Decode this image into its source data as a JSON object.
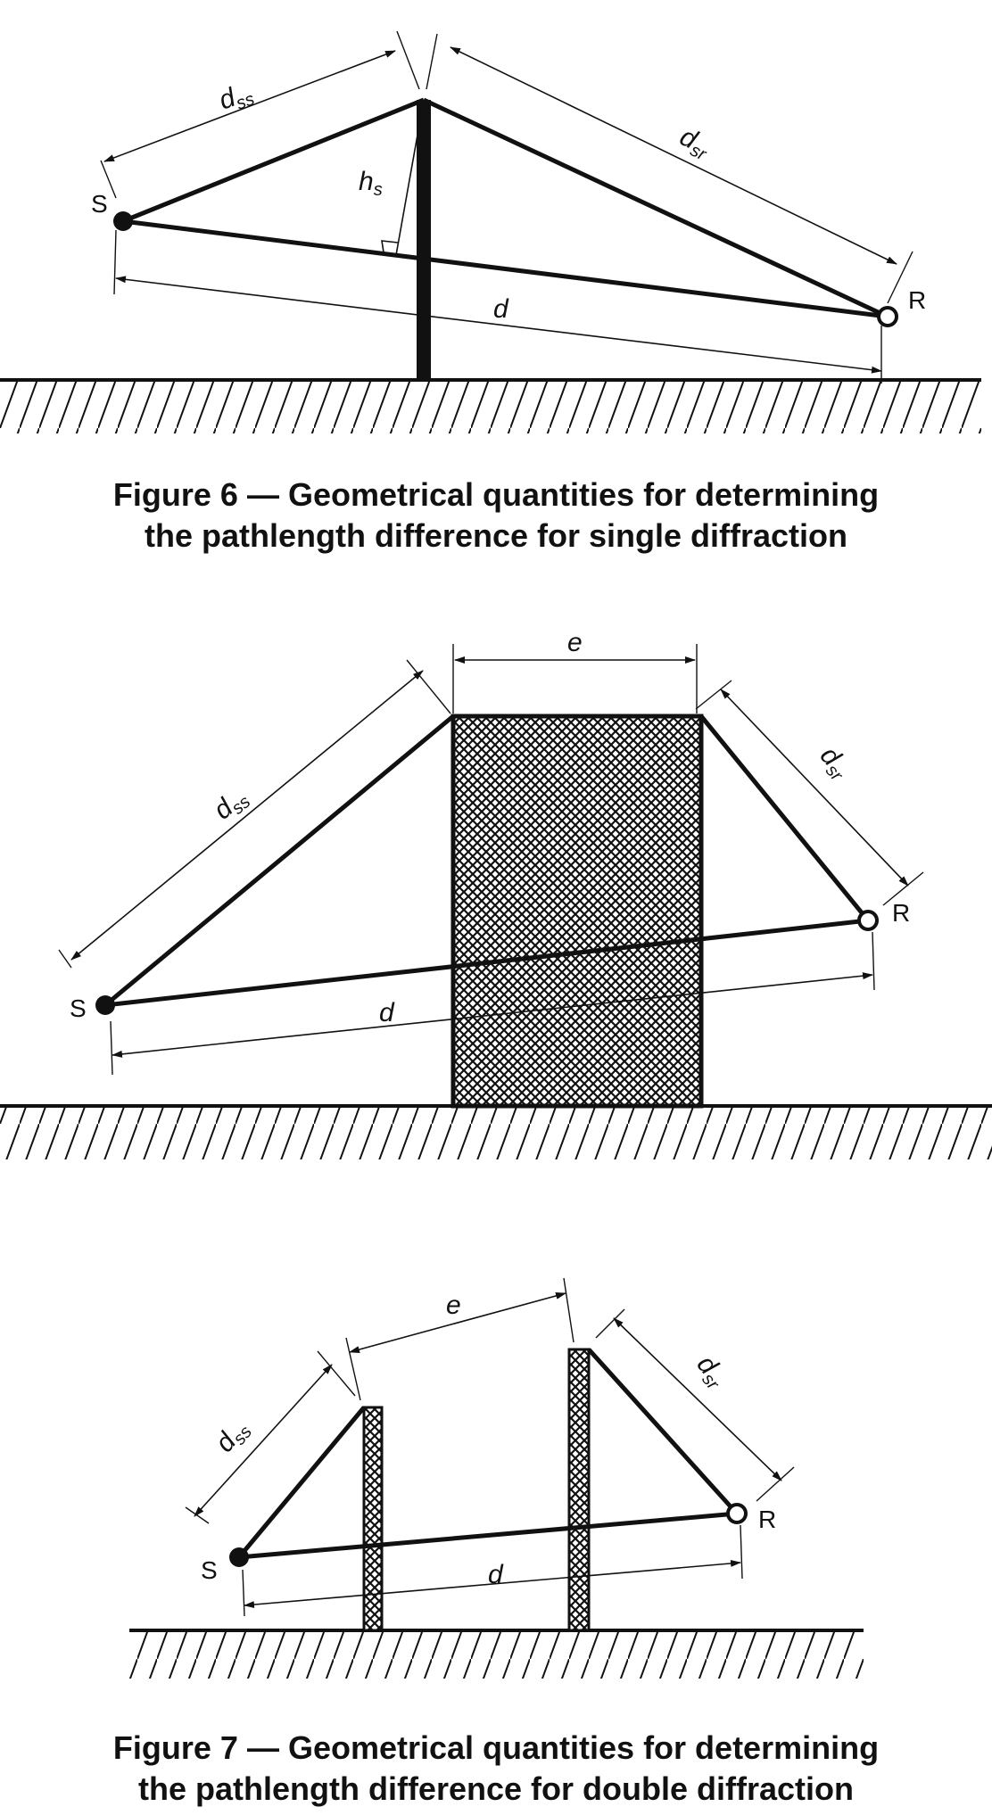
{
  "figure6": {
    "caption_line1": "Figure 6 — Geometrical quantities for determining",
    "caption_line2": "the pathlength difference for single diffraction",
    "labels": {
      "S": "S",
      "R": "R",
      "d": "d",
      "dss_main": "d",
      "dss_sub": "ss",
      "dsr_main": "d",
      "dsr_sub": "sr",
      "hs_main": "h",
      "hs_sub": "s"
    }
  },
  "figure7a": {
    "labels": {
      "S": "S",
      "R": "R",
      "d": "d",
      "e": "e",
      "dss_main": "d",
      "dss_sub": "ss",
      "dsr_main": "d",
      "dsr_sub": "sr"
    }
  },
  "figure7b": {
    "labels": {
      "S": "S",
      "R": "R",
      "d": "d",
      "e": "e",
      "dss_main": "d",
      "dss_sub": "ss",
      "dsr_main": "d",
      "dsr_sub": "sr"
    }
  },
  "figure7": {
    "caption_line1": "Figure 7 — Geometrical quantities for determining",
    "caption_line2": "the pathlength difference for double diffraction"
  },
  "colors": {
    "ink": "#111111",
    "paper": "#ffffff"
  }
}
